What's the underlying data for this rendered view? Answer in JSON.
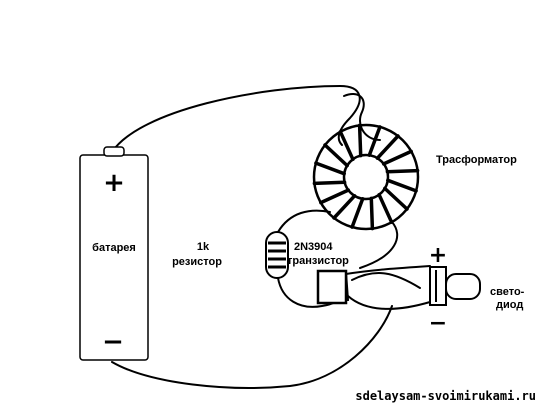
{
  "labels": {
    "battery": "батарея",
    "battery_plus": "+",
    "battery_minus": "−",
    "resistor_value": "1k",
    "resistor_name": "резистор",
    "transistor_model": "2N3904",
    "transistor_name": "транзистор",
    "transformer": "Трасформатор",
    "led_line1": "свето-",
    "led_line2": "диод",
    "led_plus": "+",
    "led_minus": "−"
  },
  "watermark": "sdelaysam-svoimirukami.ru"
}
